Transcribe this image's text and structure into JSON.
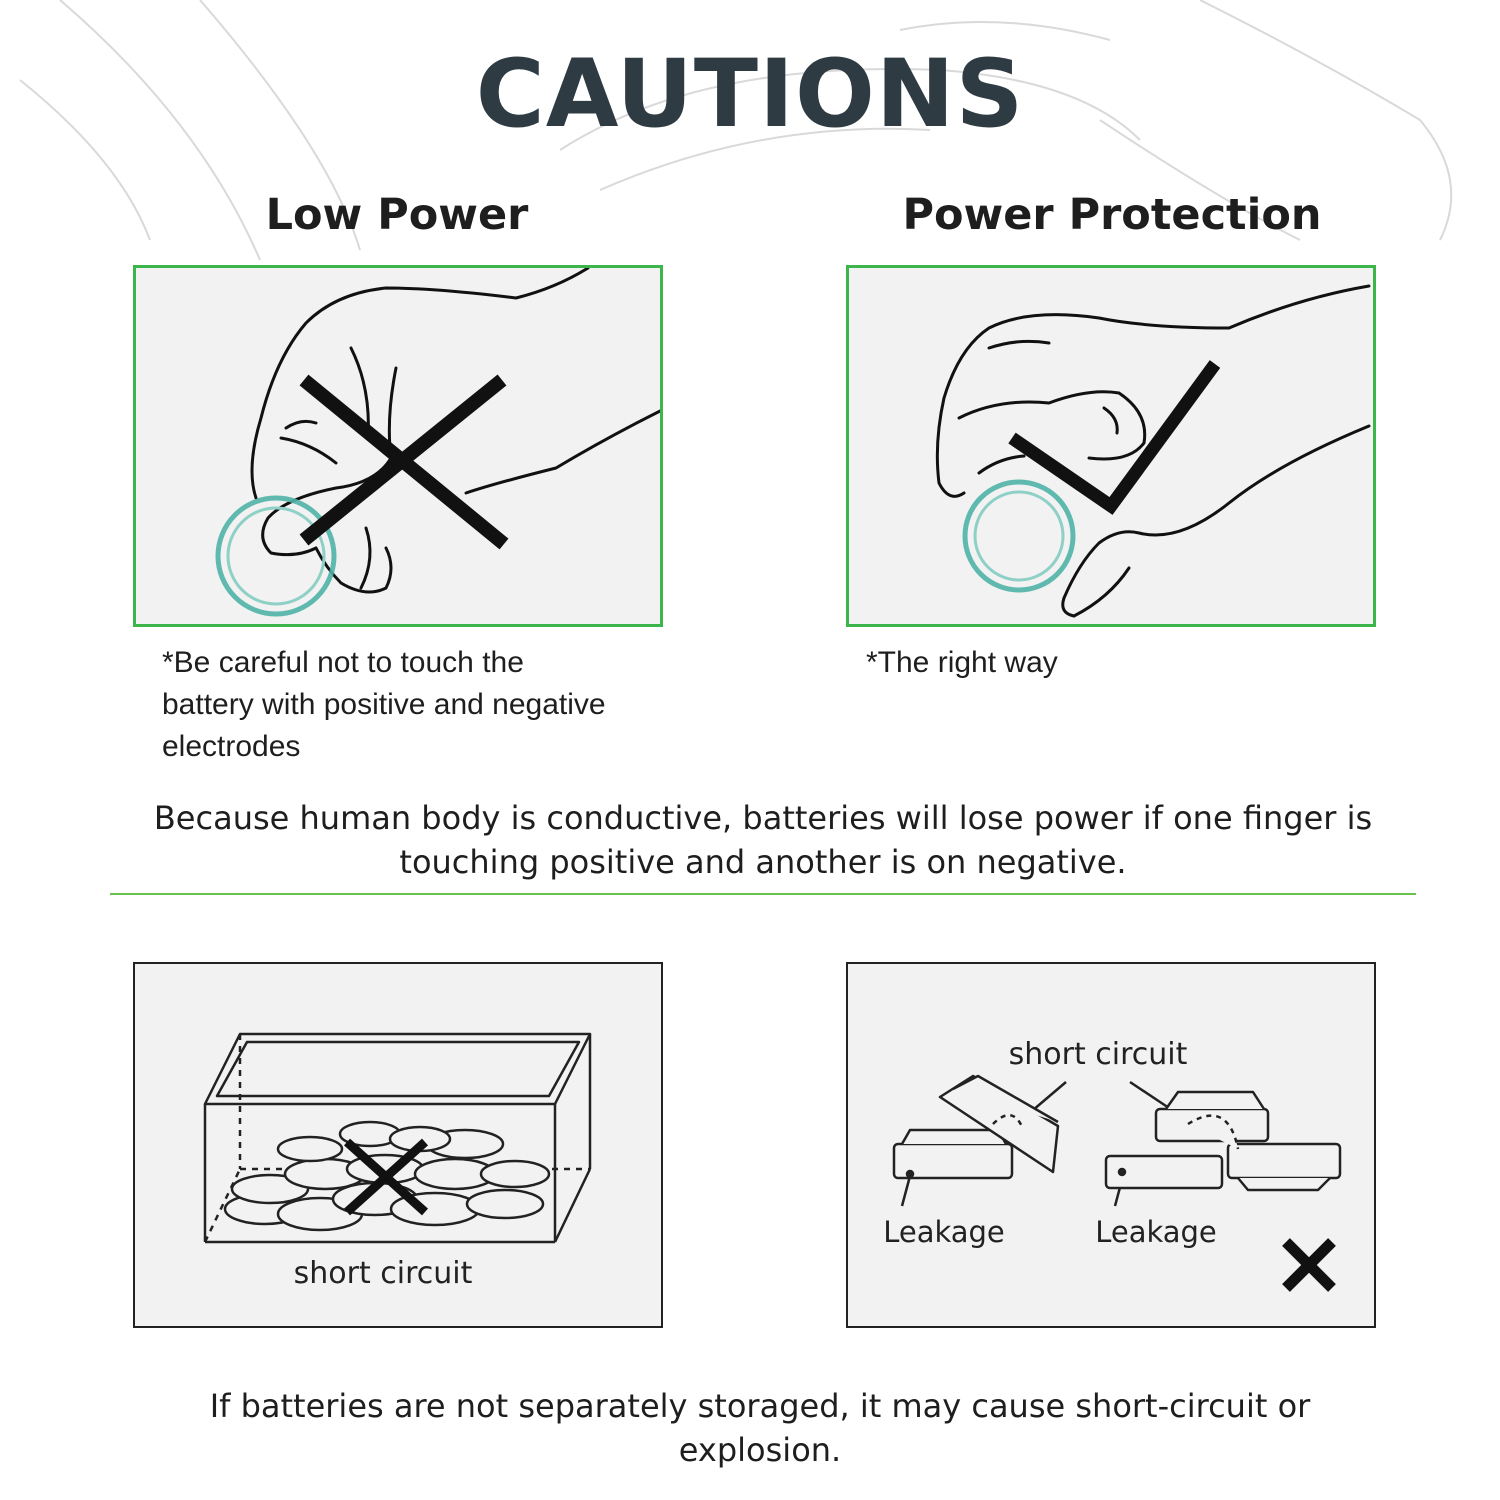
{
  "title": "CAUTIONS",
  "sections": {
    "left_heading": "Low Power",
    "right_heading": "Power Protection",
    "left_note": "*Be careful not to touch the battery with positive and negative electrodes",
    "right_note": "*The right way"
  },
  "paragraphs": {
    "conductive": "Because human body is conductive, batteries will lose power if one finger is touching positive and another is on negative.",
    "storage": "If batteries are not separately storaged, it may cause short-circuit or explosion."
  },
  "diagram_labels": {
    "box_short_circuit": "short circuit",
    "stack_short_circuit": "short circuit",
    "leakage_left": "Leakage",
    "leakage_right": "Leakage"
  },
  "colors": {
    "frame_green": "#3cb54a",
    "divider_green": "#69c24d",
    "battery_teal": "#4fb3a6",
    "title": "#2f3b43"
  },
  "icons": {
    "wrong_mark": "cross-icon",
    "right_mark": "check-icon"
  }
}
